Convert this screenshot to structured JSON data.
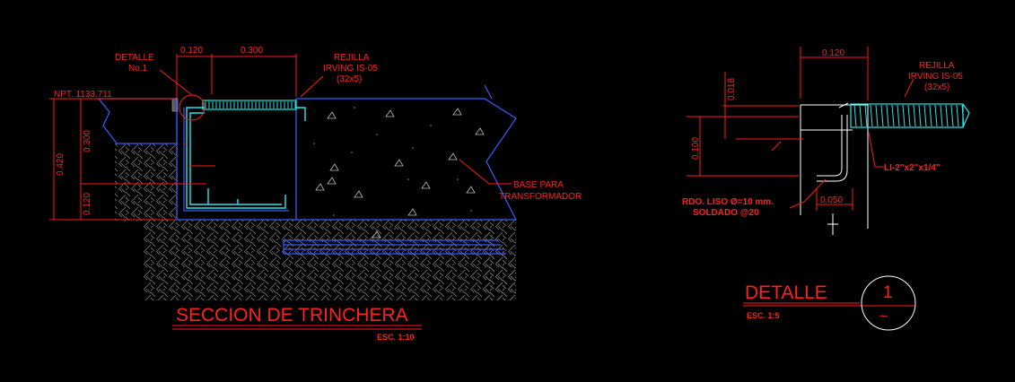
{
  "section": {
    "title": "SECCION DE TRINCHERA",
    "scale": "ESC. 1:10",
    "npt": "NPT. 1133.711",
    "dims": {
      "w1": "0.120",
      "w2": "0.300",
      "h_total": "0.420",
      "h_upper": "0.300",
      "h_lower": "0.120"
    },
    "callout_detalle": [
      "DETALLE",
      "No.1"
    ],
    "callout_rejilla": [
      "REJILLA",
      "IRVING IS-05",
      "(32x5)"
    ],
    "callout_base": [
      "BASE PARA",
      "TRANSFORMADOR"
    ]
  },
  "detail": {
    "title": "DETALLE",
    "number": "1",
    "scale": "ESC. 1:5",
    "dims": {
      "top": "0.120",
      "d1": "0.018",
      "d2": "0.100",
      "d3": "0.050"
    },
    "callout_rejilla": [
      "REJILLA",
      "IRVING IS-05",
      "(32x5)"
    ],
    "callout_angle": "LI-2\"x2\"x1/4\"",
    "callout_rod": [
      "RDO. LISO Ø=10 mm.",
      "SOLDADO @20"
    ]
  },
  "colors": {
    "text": "#ff2020",
    "concrete": "#3b5bff",
    "steel": "#27e6ea",
    "soil": "#7a7a7a",
    "outline": "#ffffff"
  }
}
